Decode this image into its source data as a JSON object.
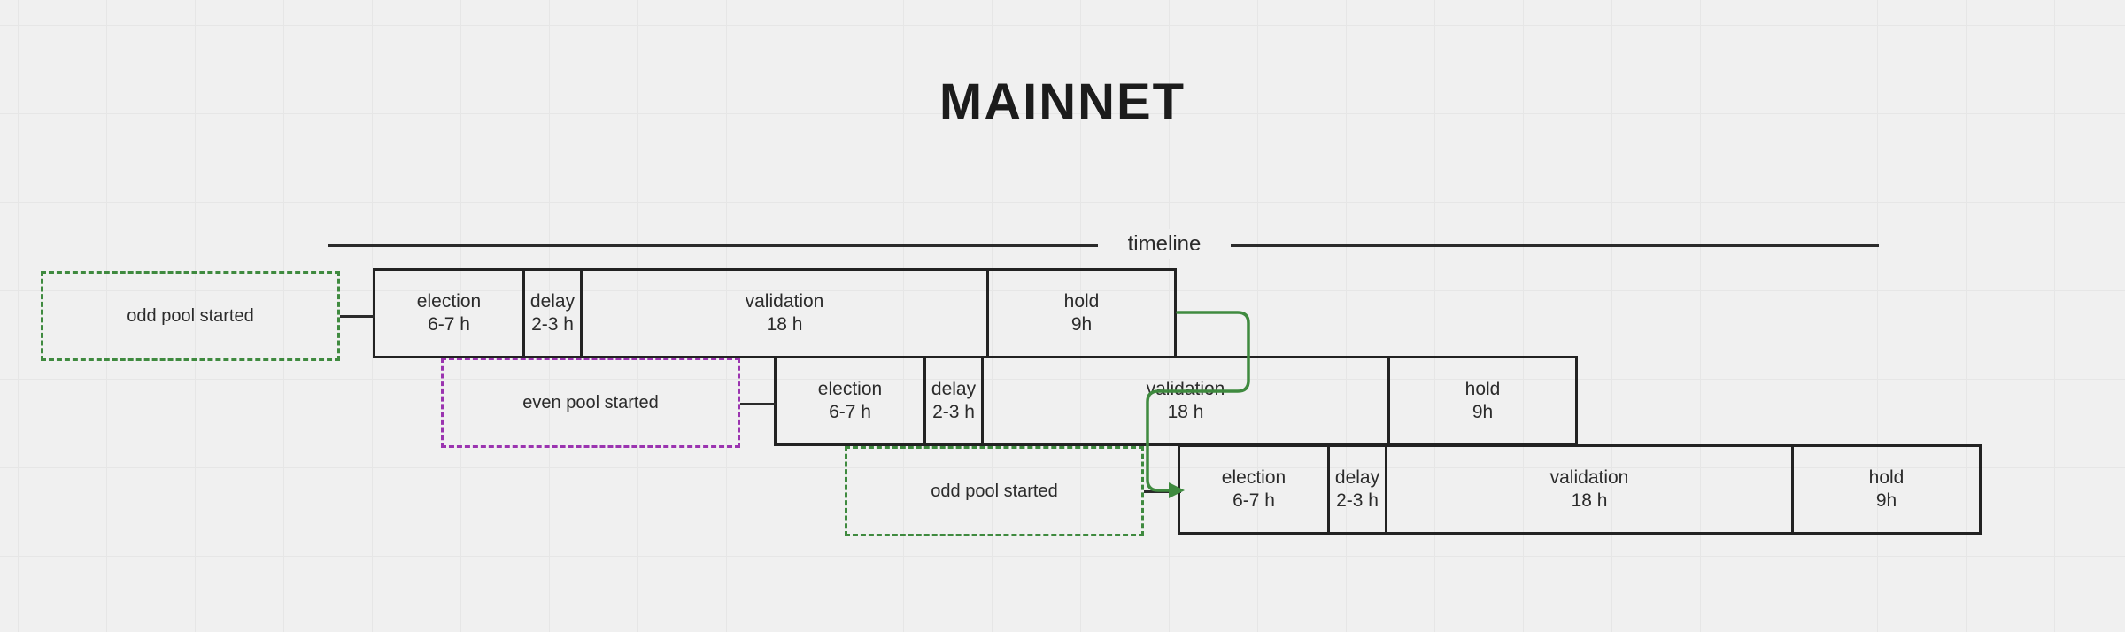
{
  "page": {
    "title": "MAINNET",
    "background_color": "#f0f0f0",
    "grid_color": "#e6e6e6"
  },
  "timeline": {
    "label": "timeline",
    "axis_color": "#2b2b2b"
  },
  "colors": {
    "box_border": "#222222",
    "text": "#2b2b2b",
    "odd_pool_dashed": "#3f8a3f",
    "even_pool_dashed": "#9b34b0",
    "connector_arrow": "#3f8a3f"
  },
  "chart_data": {
    "type": "table",
    "title": "MAINNET",
    "xlabel": "timeline",
    "rows": [
      {
        "id": "cycle-1",
        "pool": "odd",
        "phases": [
          {
            "name": "election",
            "duration": "6-7 h"
          },
          {
            "name": "delay",
            "duration": "2-3 h"
          },
          {
            "name": "validation",
            "duration": "18 h"
          },
          {
            "name": "hold",
            "duration": "9h"
          }
        ]
      },
      {
        "id": "cycle-2",
        "pool": "even",
        "phases": [
          {
            "name": "election",
            "duration": "6-7 h"
          },
          {
            "name": "delay",
            "duration": "2-3 h"
          },
          {
            "name": "validation",
            "duration": "18 h"
          },
          {
            "name": "hold",
            "duration": "9h"
          }
        ]
      },
      {
        "id": "cycle-3",
        "pool": "odd",
        "phases": [
          {
            "name": "election",
            "duration": "6-7 h"
          },
          {
            "name": "delay",
            "duration": "2-3 h"
          },
          {
            "name": "validation",
            "duration": "18 h"
          },
          {
            "name": "hold",
            "duration": "9h"
          }
        ]
      }
    ],
    "annotations": [
      {
        "id": "note-1",
        "label": "odd pool started",
        "style": "dashed-green"
      },
      {
        "id": "note-2",
        "label": "even pool started",
        "style": "dashed-purple"
      },
      {
        "id": "note-3",
        "label": "odd pool started",
        "style": "dashed-green"
      }
    ]
  },
  "rows": [
    {
      "phases": [
        {
          "name": "election",
          "duration": "6-7 h"
        },
        {
          "name": "delay",
          "duration": "2-3 h"
        },
        {
          "name": "validation",
          "duration": "18 h"
        },
        {
          "name": "hold",
          "duration": "9h"
        }
      ]
    },
    {
      "phases": [
        {
          "name": "election",
          "duration": "6-7 h"
        },
        {
          "name": "delay",
          "duration": "2-3 h"
        },
        {
          "name": "validation",
          "duration": "18 h"
        },
        {
          "name": "hold",
          "duration": "9h"
        }
      ]
    },
    {
      "phases": [
        {
          "name": "election",
          "duration": "6-7 h"
        },
        {
          "name": "delay",
          "duration": "2-3 h"
        },
        {
          "name": "validation",
          "duration": "18 h"
        },
        {
          "name": "hold",
          "duration": "9h"
        }
      ]
    }
  ],
  "notes": [
    {
      "label": "odd pool started"
    },
    {
      "label": "even pool started"
    },
    {
      "label": "odd pool started"
    }
  ]
}
